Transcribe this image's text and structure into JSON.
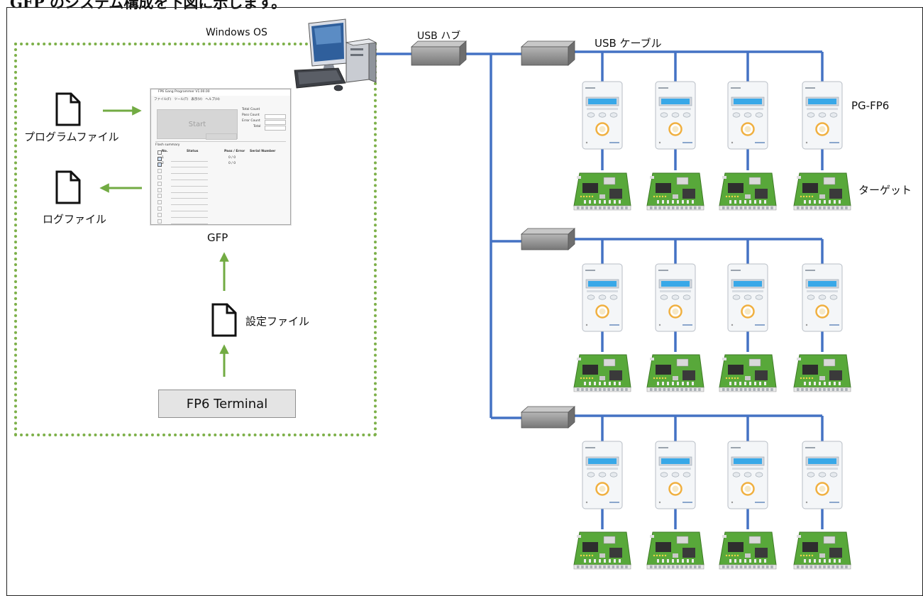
{
  "header": {
    "text": "GFP のシステム構成を下図に示します。"
  },
  "labels": {
    "windows_os": "Windows OS",
    "usb_hub": "USB ハブ",
    "usb_cable": "USB ケーブル",
    "pg_fp6": "PG-FP6",
    "target": "ターゲット",
    "gfp": "GFP",
    "program_file": "プログラムファイル",
    "log_file": "ログファイル",
    "settings_file": "設定ファイル",
    "fp6_terminal": "FP6 Terminal"
  },
  "gfp_window": {
    "title": "FP6 Gang Programmer V1.00.00",
    "menu": [
      "ファイル(F)",
      "ツール(T)",
      "表示(V)",
      "ヘルプ(H)"
    ],
    "start": "Start",
    "total_count": "Total Count",
    "pass_count": "Pass Count",
    "error_count": "Error Count",
    "total": "Total",
    "flash_summary": "Flash summary",
    "col_no": "No.",
    "col_status": "Status",
    "col_pass_error": "Pass / Error",
    "col_serial": "Serial Number",
    "pass_error_1": "0 /  0",
    "pass_error_2": "0 /  0"
  },
  "colors": {
    "os_border": "#7db049",
    "arrow": "#72ab43",
    "usb_line": "#4472c4",
    "hub": "#8c8c8c",
    "terminal_bg": "#e4e4e4"
  }
}
